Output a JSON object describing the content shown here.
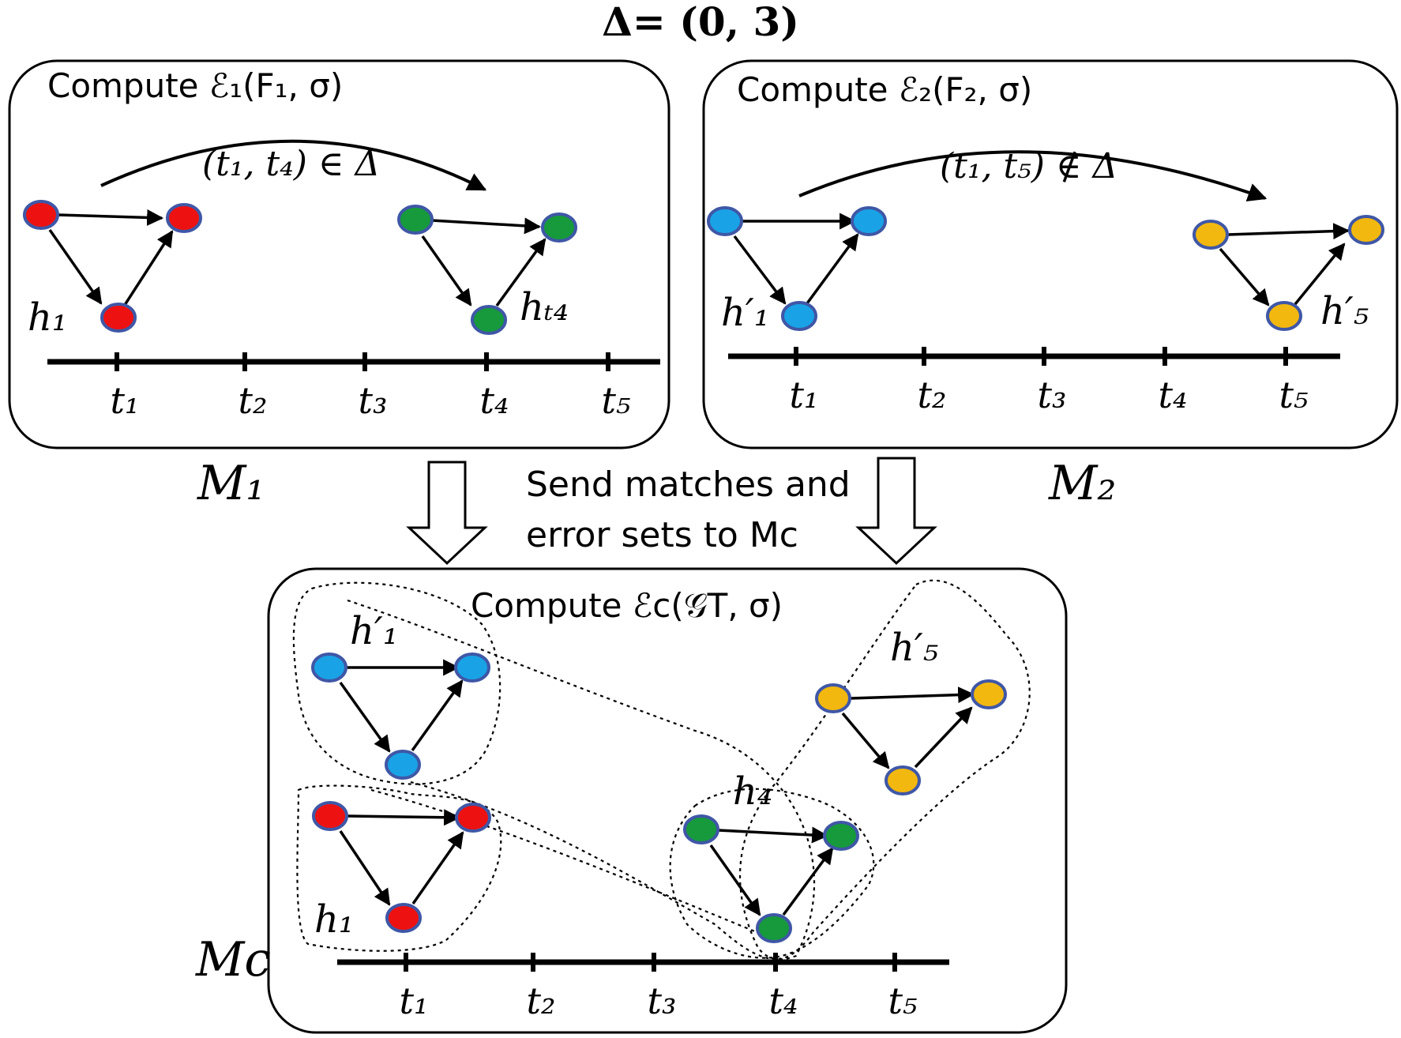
{
  "header": {
    "delta_label": "Δ= (0, 3)"
  },
  "colors": {
    "red": "#ee1111",
    "green": "#169a3c",
    "blue": "#19a3e6",
    "yellow": "#f2b80f",
    "node_border": "#3f57a6"
  },
  "panel_m1": {
    "compute_label": "Compute ℰ₁(F₁, σ)",
    "relation_label": "(t₁, t₄) ∈ Δ",
    "left_graph_label": "h₁",
    "right_graph_label": "hₜ₄",
    "machine_label": "M₁"
  },
  "panel_m2": {
    "compute_label": "Compute ℰ₂(F₂, σ)",
    "relation_label": "(t₁, t₅) ∉ Δ",
    "left_graph_label": "h′₁",
    "right_graph_label": "h′₅",
    "machine_label": "M₂"
  },
  "transfer": {
    "line1": "Send matches and",
    "line2": "error sets to Mc"
  },
  "panel_mc": {
    "compute_label": "Compute ℰc(𝒢T, σ)",
    "machine_label": "Mc",
    "blue_graph_label": "h′₁",
    "red_graph_label": "h₁",
    "green_graph_label": "h₄",
    "yellow_graph_label": "h′₅"
  },
  "timeline": {
    "ticks": [
      "t₁",
      "t₂",
      "t₃",
      "t₄",
      "t₅"
    ]
  }
}
